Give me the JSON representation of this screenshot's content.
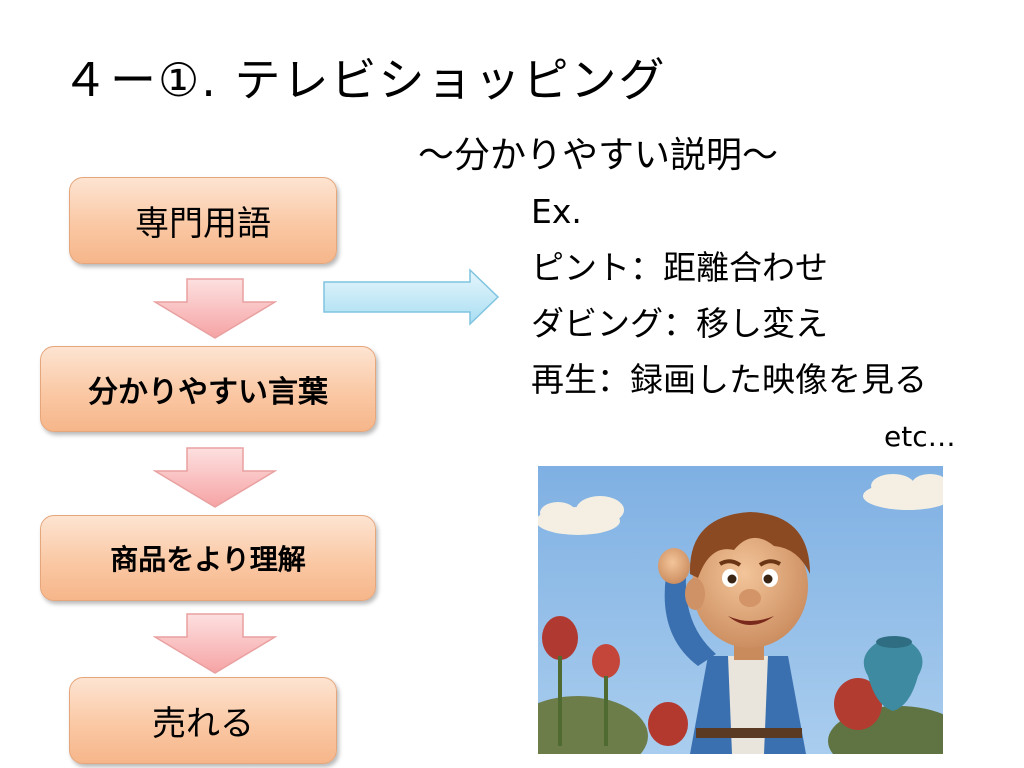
{
  "slide": {
    "title": "４ー①. テレビショッピング",
    "subtitle": "～分かりやすい説明～"
  },
  "flow": {
    "steps": [
      "専門用語",
      "分かりやすい言葉",
      "商品をより理解",
      "売れる"
    ]
  },
  "examples": {
    "heading": "Ex.",
    "items": [
      "ピント：距離合わせ",
      "ダビング：移し変え",
      "再生：録画した映像を見る"
    ],
    "etc": "etc…"
  },
  "colors": {
    "box_fill": "#fac8a4",
    "box_border": "#e6a67b",
    "down_arrow": "#f9b3b4",
    "side_arrow": "#bfe6f4"
  }
}
